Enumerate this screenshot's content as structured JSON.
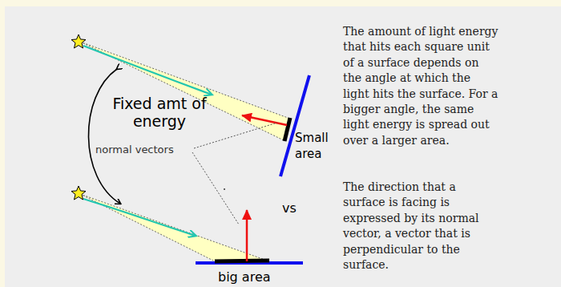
{
  "diagram": {
    "labels": [
      "Fixed amt of energy",
      "normal vectors",
      "Small area",
      "vs",
      "big area",
      "The amount of light energy that hits each square unit of a surface depends on the angle at which the light hits the surface.  For a bigger angle, the same light energy is spread out over a larger area.",
      "The direction that a surface is facing is expressed by its normal vector, a vector that is perpendicular to the surface."
    ]
  }
}
